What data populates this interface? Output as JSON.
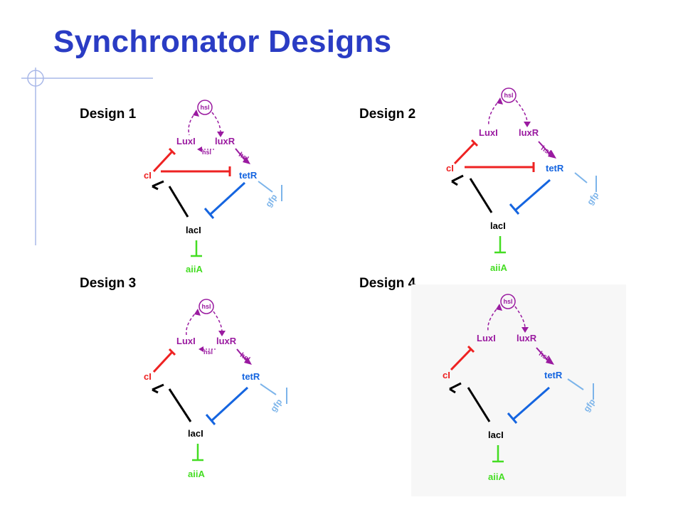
{
  "slide": {
    "title": "Synchronator Designs"
  },
  "designs": [
    {
      "label": "Design 1",
      "red_ci_tetr": true,
      "hsl_dotted": true
    },
    {
      "label": "Design 2",
      "red_ci_tetr": true,
      "hsl_dotted": false
    },
    {
      "label": "Design 3",
      "red_ci_tetr": false,
      "hsl_dotted": true
    },
    {
      "label": "Design 4",
      "red_ci_tetr": false,
      "hsl_dotted": false
    }
  ],
  "network": {
    "hsl": "hsl",
    "luxI": "LuxI",
    "luxR": "luxR",
    "hsl_small": "hsl",
    "hsl_label": "hsl",
    "cI": "cI",
    "tetR": "tetR",
    "gfp": "gfp",
    "lacI": "lacI",
    "aiiA": "aiiA"
  },
  "colors": {
    "title": "#2a3cc4",
    "purple": "#9a1aa0",
    "red": "#ee2222",
    "blue": "#1565e0",
    "light_blue": "#7cb4ea",
    "green": "#44dd22",
    "black": "#000000"
  }
}
